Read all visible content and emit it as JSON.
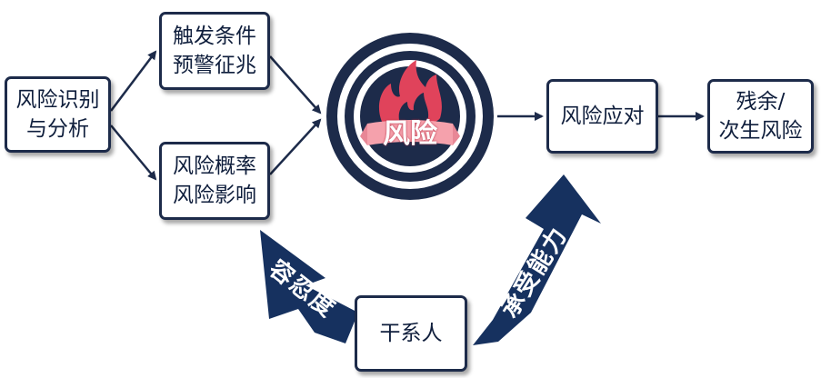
{
  "nodes": {
    "identify": {
      "line1": "风险识别",
      "line2": "与分析"
    },
    "trigger": {
      "line1": "触发条件",
      "line2": "预警征兆"
    },
    "prob": {
      "line1": "风险概率",
      "line2": "风险影响"
    },
    "risk": {
      "label": "风险"
    },
    "response": {
      "label": "风险应对"
    },
    "residual": {
      "line1": "残余/",
      "line2": "次生风险"
    },
    "stakeholder": {
      "label": "干系人"
    }
  },
  "arrows": {
    "tolerance": {
      "label": "容忍度"
    },
    "capacity": {
      "label": "承受能力"
    }
  },
  "colors": {
    "navy": "#1d2b4a",
    "arrow_navy": "#16315f",
    "flame": "#e0435b",
    "banner": "#f5a1ac",
    "text": "#0f1e3c"
  }
}
